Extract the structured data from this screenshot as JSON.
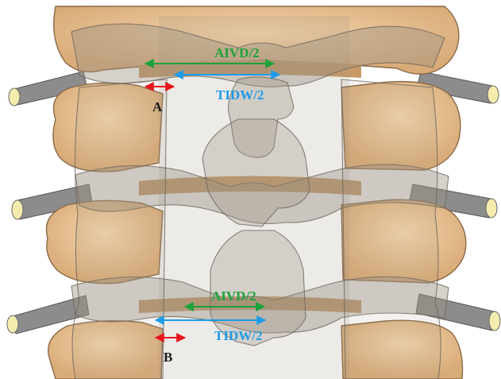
{
  "labels": {
    "aivd_upper": "AIVD/2",
    "tidw_upper": "TIDW/2",
    "marker_a": "A",
    "aivd_lower": "AIVD/2",
    "tidw_lower": "TIDW/2",
    "marker_b": "B"
  },
  "colors": {
    "aivd": "#1aa33a",
    "tidw": "#1e9be8",
    "offset": "#e8141b",
    "bone": "#e9c79b",
    "bone_shadow": "#c99a67",
    "bone_outline": "#8a6a47",
    "overlay": "#9c9182",
    "nerve": "#8c8c8c",
    "nerve_tip": "#f3ecae",
    "marker_text": "#1a1a1a"
  }
}
